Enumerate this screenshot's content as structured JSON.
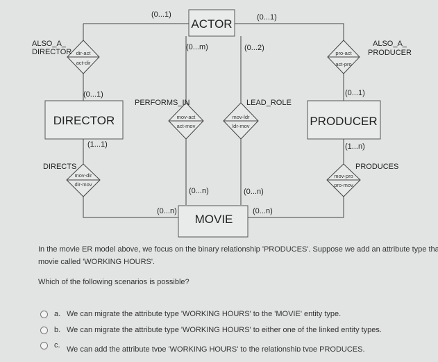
{
  "diagram": {
    "entities": {
      "actor": "ACTOR",
      "director": "DIRECTOR",
      "producer": "PRODUCER",
      "movie": "MOVIE"
    },
    "relationships": {
      "also_a_director": [
        "ALSO_A_",
        "DIRECTOR"
      ],
      "also_a_producer": [
        "ALSO_A_",
        "PRODUCER"
      ],
      "performs_in": "PERFORMS_IN",
      "lead_role": "LEAD_ROLE",
      "directs": "DIRECTS",
      "produces": "PRODUCES"
    },
    "roles": {
      "dir_act": "dir-act",
      "act_dir": "act-dir",
      "pro_act": "pro-act",
      "act_pro": "act-pro",
      "mov_act": "mov-act",
      "act_mov": "act-mov",
      "mov_ldr": "mov-ldr",
      "ldr_mov": "ldr-mov",
      "mov_dir": "mov-dir",
      "dir_mov": "dir-mov",
      "mov_pro": "mov-pro",
      "pro_mov": "pro-mov"
    },
    "cardinalities": {
      "actor_top_left": "(0...1)",
      "actor_top_right": "(0...1)",
      "actor_performs": "(0...m)",
      "actor_lead": "(0...2)",
      "director_top": "(0...1)",
      "director_bottom": "(1...1)",
      "producer_top": "(0...1)",
      "producer_bottom": "(1...n)",
      "movie_performs": "(0...n)",
      "movie_lead": "(0...n)",
      "movie_left": "(0...n)",
      "movie_right": "(0...n)"
    }
  },
  "question": {
    "text_line1": "In the movie ER model above, we focus on the binary relationship 'PRODUCES'. Suppose we add an attribute type that indicates the time",
    "text_line2": "movie called 'WORKING HOURS'.",
    "prompt": "Which of the following scenarios is possible?",
    "options": [
      {
        "letter": "a.",
        "text": "We can migrate the attribute type 'WORKING HOURS' to the 'MOVIE' entity type."
      },
      {
        "letter": "b.",
        "text": "We can migrate the attribute type 'WORKING HOURS' to either one of the linked entity types."
      },
      {
        "letter": "c.",
        "text": "We can add the attribute type 'WORKING HOURS' to the relationship type PRODUCES."
      }
    ]
  },
  "colors": {
    "background": "#e2e3e3",
    "entity_fill": "#e9eaea",
    "line": "#444444"
  }
}
